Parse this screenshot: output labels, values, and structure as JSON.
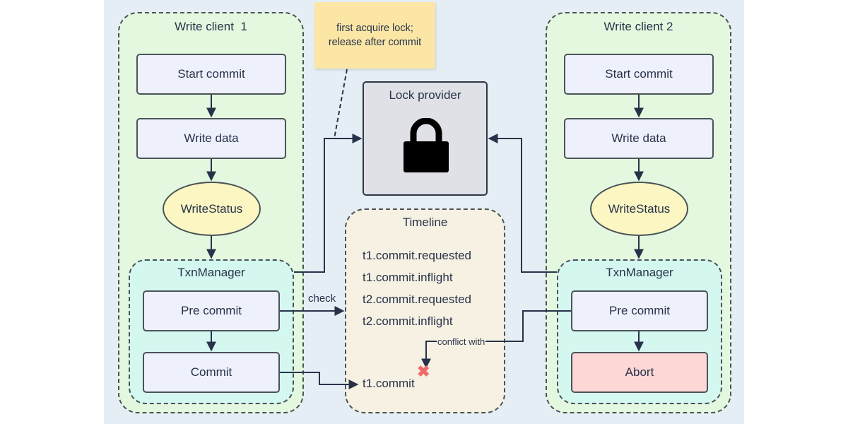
{
  "diagram": {
    "note": {
      "lines": [
        "first acquire lock;",
        "release after commit"
      ]
    },
    "lock_provider": {
      "title": "Lock provider",
      "icon": "lock-icon"
    },
    "clients": [
      {
        "title": "Write client  1",
        "steps": [
          "Start commit",
          "Write data"
        ],
        "status": "WriteStatus",
        "txn_manager": {
          "title": "TxnManager",
          "steps": [
            "Pre commit",
            "Commit"
          ]
        }
      },
      {
        "title": "Write client 2",
        "steps": [
          "Start commit",
          "Write data"
        ],
        "status": "WriteStatus",
        "txn_manager": {
          "title": "TxnManager",
          "steps": [
            "Pre commit",
            "Abort"
          ]
        }
      }
    ],
    "timeline": {
      "title": "Timeline",
      "items": [
        "t1.commit.requested",
        "t1.commit.inflight",
        "t2.commit.requested",
        "t2.commit.inflight"
      ],
      "final_item": "t1.commit",
      "conflict_marker": "✖"
    },
    "edge_labels": {
      "check": "check",
      "conflict": "conflict with"
    },
    "colors": {
      "background": "#e6eef5",
      "client_group": "#e3f8de",
      "txn_group": "#d4f7f0",
      "timeline_group": "#f6f1e2",
      "process_box": "#eef0fb",
      "status_ellipse": "#fbf6c2",
      "abort_box": "#fdd6d6",
      "note": "#fbe6a6",
      "lock_provider": "#dfe1e6",
      "conflict_marker": "#f06a6a",
      "stroke": "#27324a"
    }
  }
}
